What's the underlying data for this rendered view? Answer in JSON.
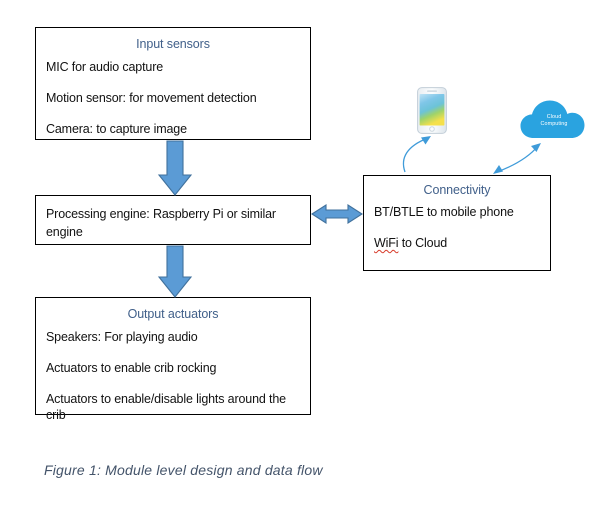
{
  "figure": {
    "caption": "Figure 1: Module level design and data flow"
  },
  "colors": {
    "box_border": "#000000",
    "box_title": "#41608a",
    "arrow_fill": "#5b9bd5",
    "arrow_stroke": "#41719c",
    "thin_arrow": "#3f9bd9",
    "caption": "#44546a",
    "cloud": "#2aa3e0",
    "spellcheck_underline": "#d73a29"
  },
  "boxes": {
    "input_sensors": {
      "title": "Input sensors",
      "lines": [
        "MIC for audio capture",
        "Motion sensor: for movement detection",
        "Camera:  to capture image"
      ]
    },
    "processing_engine": {
      "text": "Processing engine:   Raspberry Pi or similar engine"
    },
    "output_actuators": {
      "title": "Output actuators",
      "lines": [
        "Speakers: For playing audio",
        "Actuators to enable crib rocking",
        "Actuators to enable/disable  lights around the crib"
      ]
    },
    "connectivity": {
      "title": "Connectivity",
      "lines": [
        "BT/BTLE to mobile phone"
      ],
      "line_wifi_prefix": "WiFi",
      "line_wifi_suffix": " to Cloud"
    }
  },
  "icons": {
    "phone": {
      "name": "mobile-phone-icon",
      "label": ""
    },
    "cloud": {
      "name": "cloud-computing-icon",
      "label_line1": "Cloud",
      "label_line2": "Computing"
    }
  },
  "arrows": [
    {
      "name": "arrow-input-to-processing",
      "direction": "down",
      "style": "block"
    },
    {
      "name": "arrow-processing-to-output",
      "direction": "down",
      "style": "block"
    },
    {
      "name": "arrow-processing-connectivity",
      "direction": "both",
      "style": "block"
    },
    {
      "name": "arrow-connectivity-to-phone",
      "direction": "up",
      "style": "curved"
    },
    {
      "name": "arrow-connectivity-to-cloud",
      "direction": "both",
      "style": "curved"
    }
  ]
}
